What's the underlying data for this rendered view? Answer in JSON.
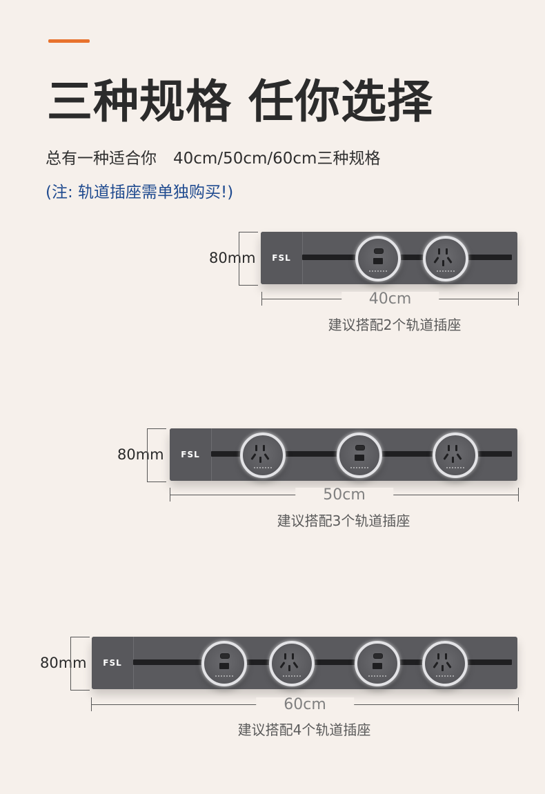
{
  "header": {
    "title": "三种规格 任你选择",
    "subtitle_left": "总有一种适合你",
    "subtitle_right": "40cm/50cm/60cm三种规格",
    "note": "(注: 轨道插座需单独购买!)",
    "accent_color": "#e8722d",
    "note_color": "#1f4a8f"
  },
  "specs": [
    {
      "height_label": "80mm",
      "width_label": "40cm",
      "brand": "FSL",
      "caption": "建议搭配2个轨道插座",
      "sockets": [
        "usb-socket",
        "three-pin-socket"
      ]
    },
    {
      "height_label": "80mm",
      "width_label": "50cm",
      "brand": "FSL",
      "caption": "建议搭配3个轨道插座",
      "sockets": [
        "three-pin-socket",
        "usb-socket",
        "three-pin-socket"
      ]
    },
    {
      "height_label": "80mm",
      "width_label": "60cm",
      "brand": "FSL",
      "caption": "建议搭配4个轨道插座",
      "sockets": [
        "usb-socket",
        "three-pin-socket",
        "usb-socket",
        "three-pin-socket"
      ]
    }
  ],
  "colors": {
    "background": "#f6f0eb",
    "strip": "#5a5a5e",
    "rail": "#1f1f21"
  }
}
